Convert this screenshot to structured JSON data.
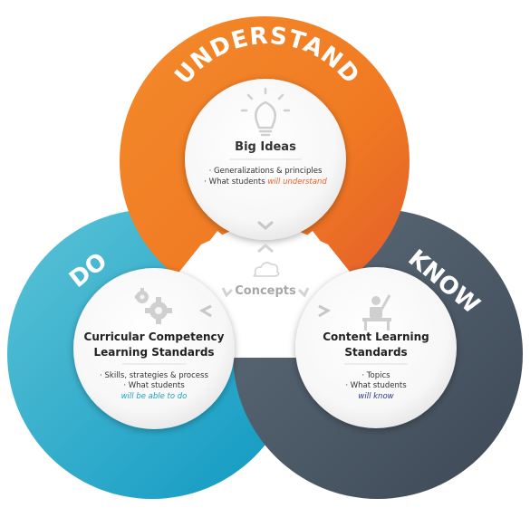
{
  "diagram": {
    "center_label": "Concepts",
    "understand": {
      "ring_label": "UNDERSTAND",
      "title": "Big Ideas",
      "bullet_1": "· Generalizations & principles",
      "bullet_2_prefix": "· What students ",
      "bullet_2_emphasis": "will understand",
      "emphasis_color": "#E8632A",
      "icon": "lightbulb-icon"
    },
    "do": {
      "ring_label": "DO",
      "title_line_1": "Curricular Competency",
      "title_line_2": "Learning Standards",
      "bullet_1": "· Skills, strategies & process",
      "bullet_2": "· What students",
      "emphasis": "will be able to do",
      "emphasis_color": "#1EA3C7",
      "icon": "gears-icon"
    },
    "know": {
      "ring_label": "KNOW",
      "title_line_1": "Content Learning",
      "title_line_2": "Standards",
      "bullet_1": "· Topics",
      "bullet_2": "· What students",
      "emphasis": "will know",
      "emphasis_color": "#2E3A8C",
      "icon": "student-at-desk-icon"
    },
    "colors": {
      "orange": "#F07A2A",
      "teal": "#3DB3CF",
      "slate": "#4D5D6B"
    }
  }
}
